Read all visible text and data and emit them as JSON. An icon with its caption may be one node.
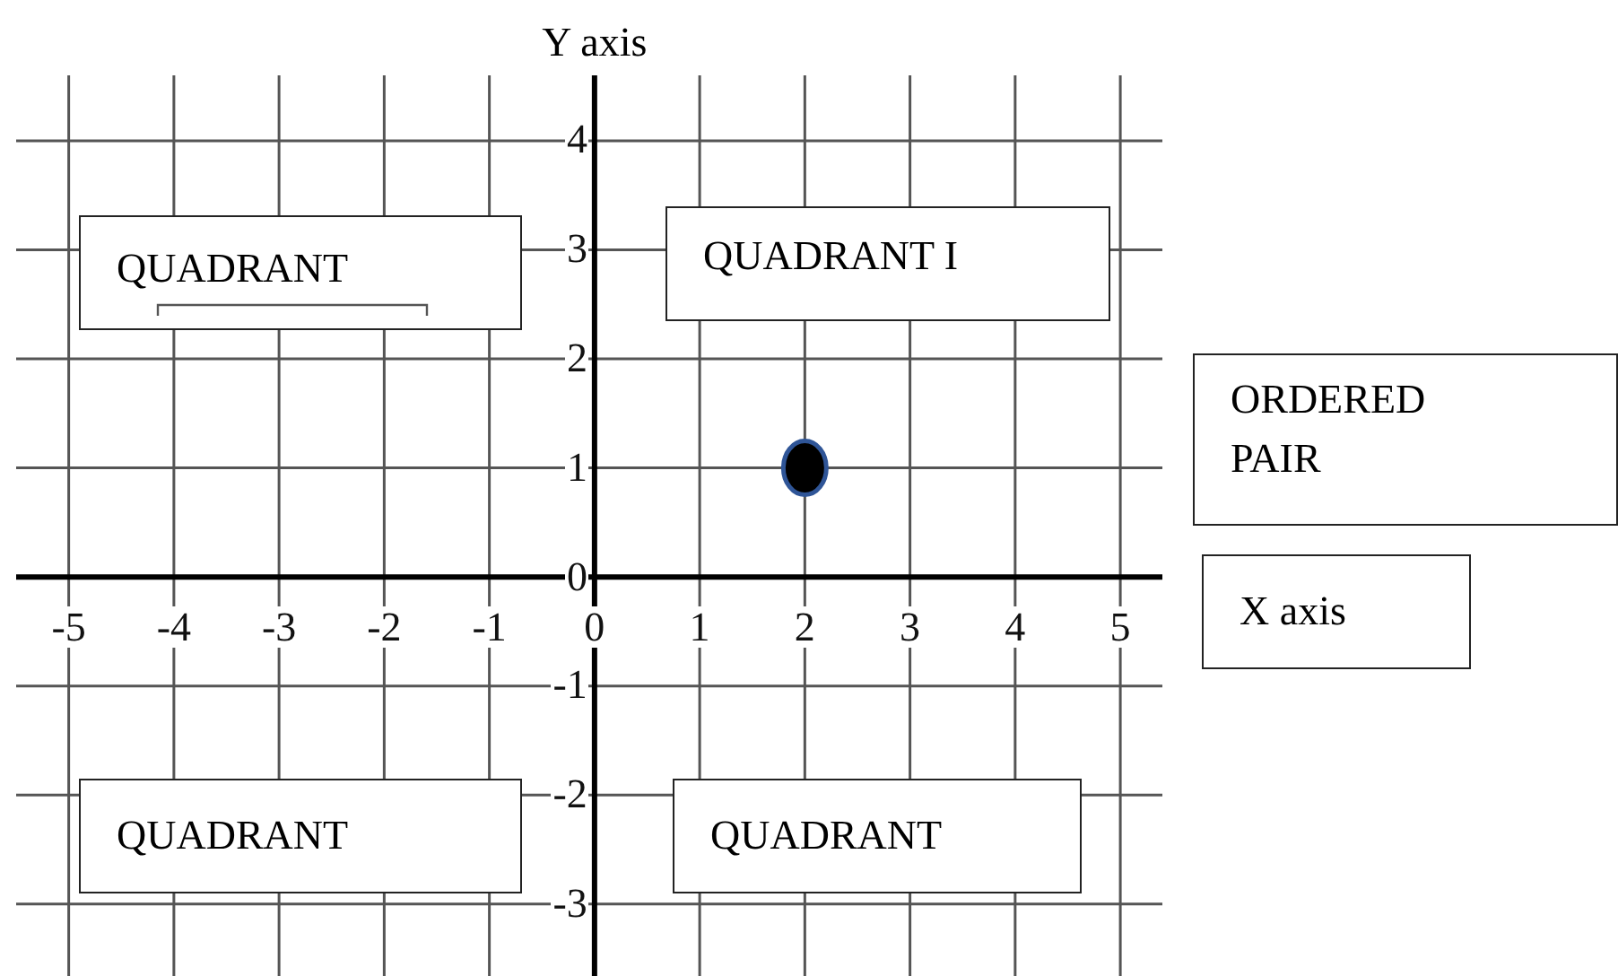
{
  "diagram": {
    "nodes": [
      {
        "text": [
          "QUADRANT"
        ]
      },
      {
        "text": [
          "QUADRANT I"
        ]
      },
      {
        "text": [
          "ORDERED PAIR"
        ]
      },
      {
        "text": [
          "X axis"
        ]
      },
      {
        "text": [
          "QUADRANT"
        ]
      },
      {
        "text": [
          "QUADRANT"
        ]
      }
    ],
    "labels": [
      "Y axis"
    ],
    "chart_data": {
      "type": "scatter",
      "x": [
        2
      ],
      "series": [
        {
          "color": "#000000",
          "values": [
            1
          ]
        }
      ],
      "grid": true,
      "xlim": [
        -5.5,
        5.4
      ],
      "ylim": [
        -3.66,
        4.6
      ],
      "xticks": [
        -5,
        -4,
        -3,
        -2,
        -1,
        0,
        1,
        2,
        3,
        4,
        5
      ],
      "yticks": [
        -3,
        -2,
        -1,
        0,
        1,
        2,
        3,
        4
      ]
    }
  }
}
